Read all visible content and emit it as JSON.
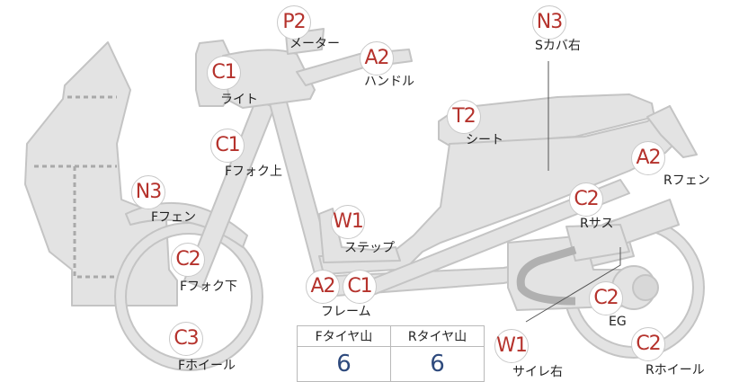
{
  "parts": {
    "meter": {
      "code": "P2",
      "label": "メーター"
    },
    "handle": {
      "code": "A2",
      "label": "ハンドル"
    },
    "light": {
      "code": "C1",
      "label": "ライト"
    },
    "fork_upper": {
      "code": "C1",
      "label": "Fフォク上"
    },
    "f_fender": {
      "code": "N3",
      "label": "Fフェン"
    },
    "fork_lower": {
      "code": "C2",
      "label": "Fフォク下"
    },
    "f_wheel": {
      "code": "C3",
      "label": "Fホイール"
    },
    "step": {
      "code": "W1",
      "label": "ステップ"
    },
    "frame_a": {
      "code": "A2"
    },
    "frame_c": {
      "code": "C1",
      "label": "フレーム"
    },
    "seat": {
      "code": "T2",
      "label": "シート"
    },
    "s_cover": {
      "code": "N3",
      "label": "Sカバ右"
    },
    "r_fender": {
      "code": "A2",
      "label": "Rフェン"
    },
    "r_sus": {
      "code": "C2",
      "label": "Rサス"
    },
    "engine": {
      "code": "C2",
      "label": "EG"
    },
    "muffler": {
      "code": "W1",
      "label": "サイレ右"
    },
    "r_wheel": {
      "code": "C2",
      "label": "Rホイール"
    }
  },
  "tire_table": {
    "front_header": "Fタイヤ山",
    "rear_header": "Rタイヤ山",
    "front_value": "6",
    "rear_value": "6"
  }
}
